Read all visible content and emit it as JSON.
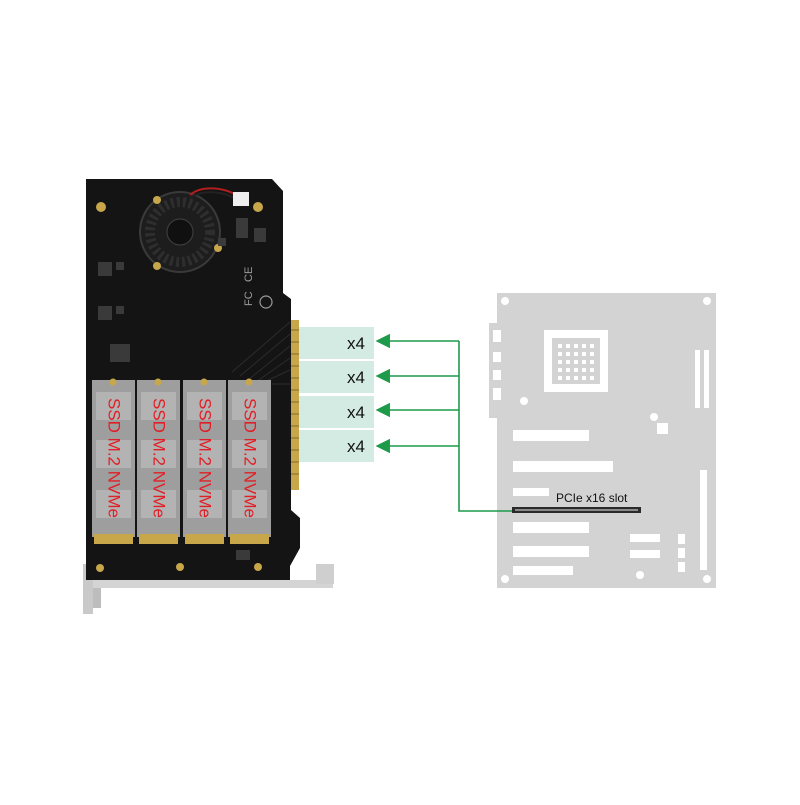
{
  "card": {
    "ssd_slots": [
      {
        "label": "SSD M.2 NVMe"
      },
      {
        "label": "SSD M.2 NVMe"
      },
      {
        "label": "SSD M.2 NVMe"
      },
      {
        "label": "SSD M.2 NVMe"
      }
    ],
    "ssd_label_color": "#e21e26",
    "pcb_color": "#141414",
    "bracket_color": "#c9c9c9"
  },
  "lanes": [
    {
      "label": "x4"
    },
    {
      "label": "x4"
    },
    {
      "label": "x4"
    },
    {
      "label": "x4"
    }
  ],
  "lane_box_color": "#d3ebe3",
  "arrow_color": "#1e9a4b",
  "motherboard": {
    "slot_label": "PCIe x16 slot",
    "board_color": "#d3d3d3"
  }
}
